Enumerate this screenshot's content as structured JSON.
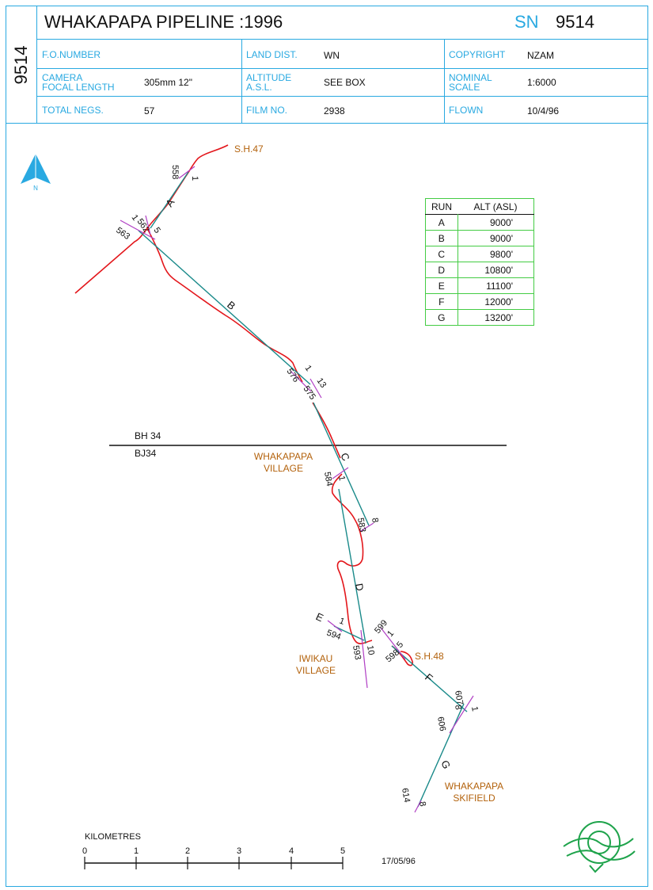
{
  "header": {
    "side_number": "9514",
    "title": "WHAKAPAPA PIPELINE :1996",
    "sn_label": "SN",
    "sn_value": "9514"
  },
  "fields": {
    "fo_number_label": "F.O.NUMBER",
    "fo_number_value": "",
    "land_dist_label": "LAND DIST.",
    "land_dist_value": "WN",
    "copyright_label": "COPYRIGHT",
    "copyright_value": "NZAM",
    "camera_label_1": "CAMERA",
    "camera_label_2": "FOCAL LENGTH",
    "camera_value": "305mm 12\"",
    "altitude_label_1": "ALTITUDE",
    "altitude_label_2": "A.S.L.",
    "altitude_value": "SEE BOX",
    "scale_label_1": "NOMINAL",
    "scale_label_2": "SCALE",
    "scale_value": "1:6000",
    "negs_label": "TOTAL NEGS.",
    "negs_value": "57",
    "film_label": "FILM NO.",
    "film_value": "2938",
    "flown_label": "FLOWN",
    "flown_value": "10/4/96"
  },
  "north": {
    "label": "N"
  },
  "runs_table": {
    "headers": [
      "RUN",
      "ALT (ASL)"
    ],
    "rows": [
      [
        "A",
        "9000'"
      ],
      [
        "B",
        "9000'"
      ],
      [
        "C",
        "9800'"
      ],
      [
        "D",
        "10800'"
      ],
      [
        "E",
        "11100'"
      ],
      [
        "F",
        "12000'"
      ],
      [
        "G",
        "13200'"
      ]
    ]
  },
  "places": {
    "sh47": "S.H.47",
    "sh48": "S.H.48",
    "village_1": "WHAKAPAPA",
    "village_2": "VILLAGE",
    "iwikau_1": "IWIKAU",
    "iwikau_2": "VILLAGE",
    "skifield_1": "WHAKAPAPA",
    "skifield_2": "SKIFIELD"
  },
  "sheet_line": {
    "upper": "BH 34",
    "lower": "BJ34"
  },
  "run_letters": [
    "A",
    "B",
    "C",
    "D",
    "E",
    "F",
    "G"
  ],
  "frame_numbers": {
    "n558": "558",
    "n1a": "1",
    "n562": "562",
    "n563": "563",
    "n1b": "1",
    "n5b": "5",
    "n576": "576",
    "n1c": "1",
    "n13": "13",
    "n575": "575",
    "n584": "584",
    "n1d": "1",
    "n583": "583",
    "n8d": "8",
    "n1e": "1",
    "n594": "594",
    "n593": "593",
    "n10": "10",
    "n599": "599",
    "n1f": "1",
    "n5f": "5",
    "n598": "598",
    "n607": "607",
    "n8g": "8",
    "n1g": "1",
    "n606": "606",
    "n614": "614",
    "n8h": "8"
  },
  "scale_bar": {
    "title": "KILOMETRES",
    "ticks": [
      "0",
      "1",
      "2",
      "3",
      "4",
      "5"
    ],
    "date": "17/05/96"
  },
  "colors": {
    "accent": "#29a9e1",
    "flight_line": "#1a8a8a",
    "pipeline": "#e3161b",
    "run_end": "#b03fc4",
    "place": "#b3620c",
    "table_border": "#44cc44",
    "logo": "#1ea34b"
  }
}
